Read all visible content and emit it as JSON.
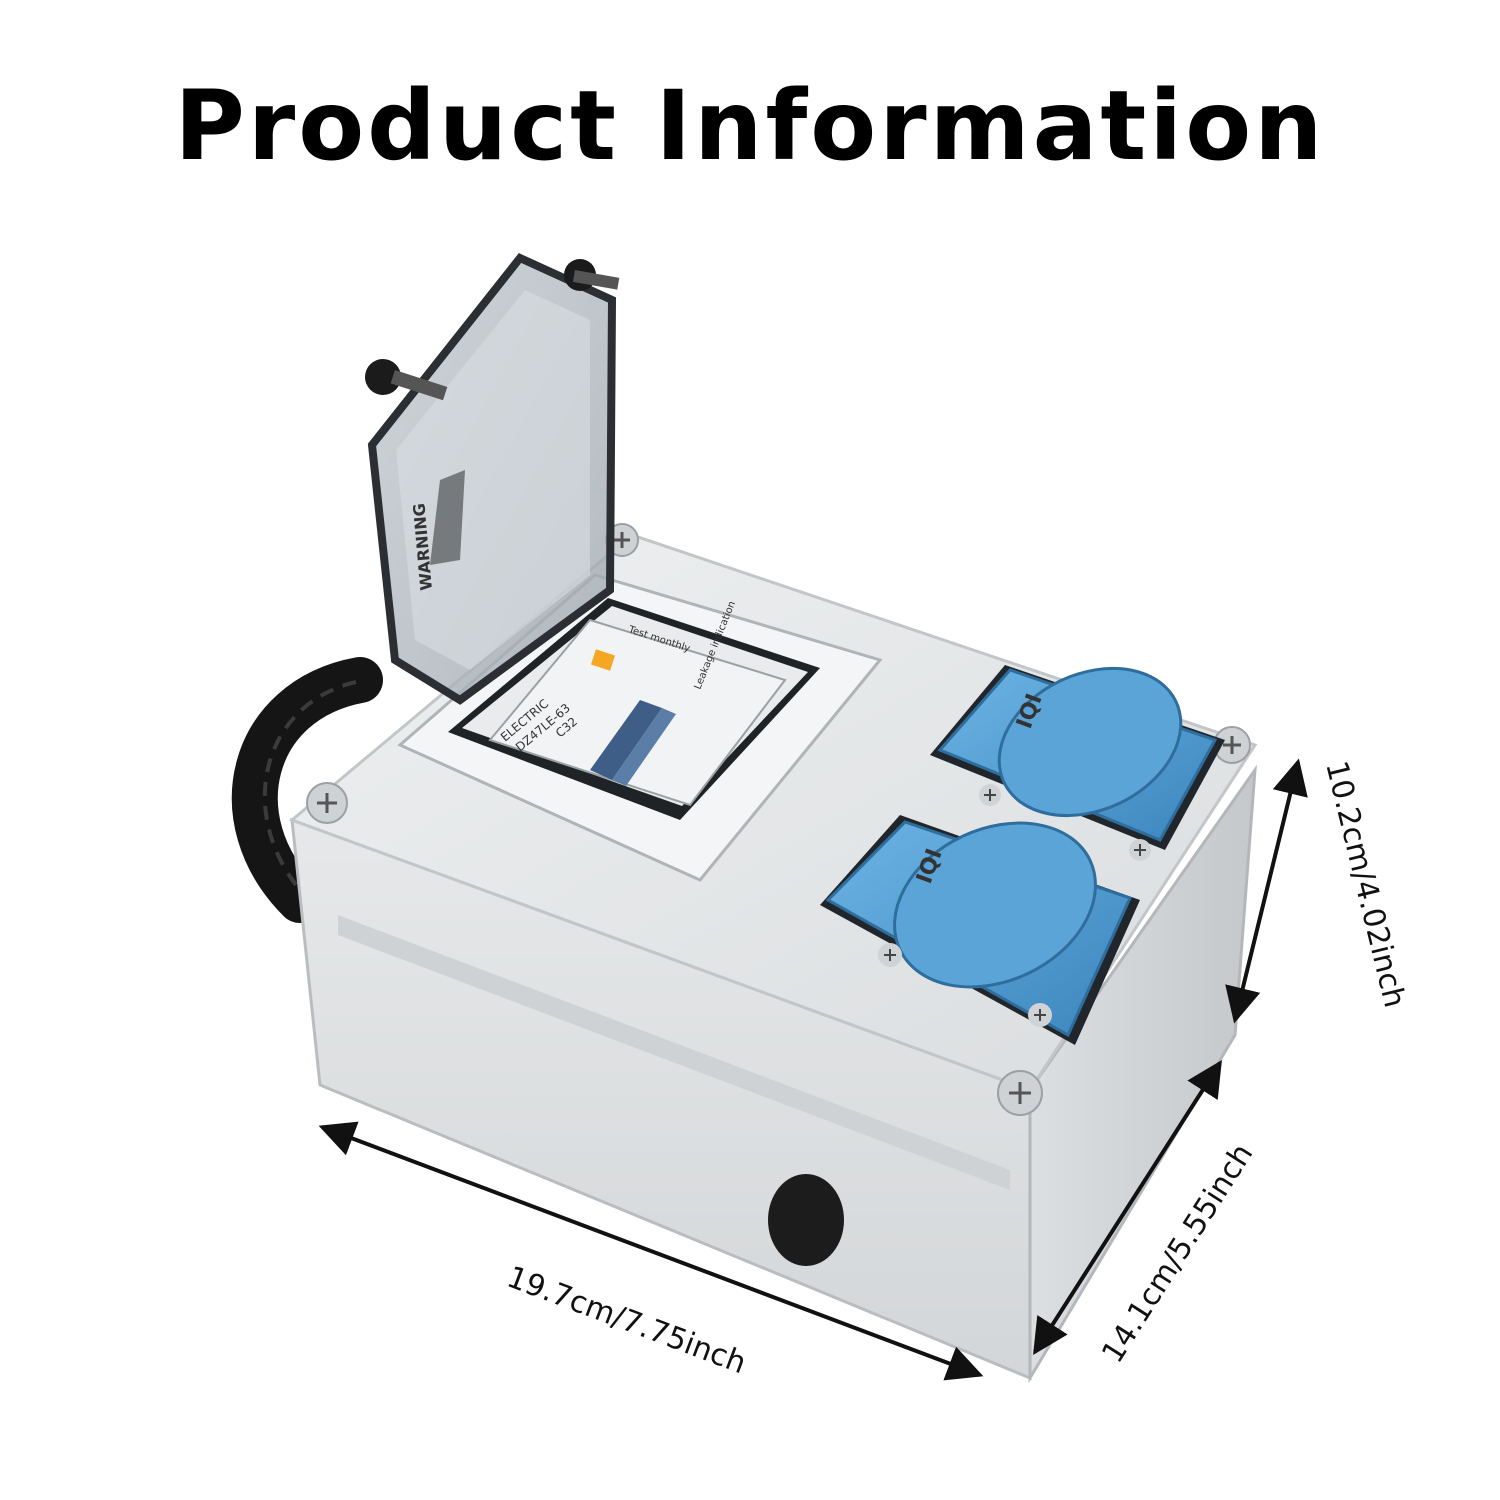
{
  "title": "Product Information",
  "dimensions": {
    "length": "19.7cm/7.75inch",
    "width": "14.1cm/5.55inch",
    "height": "10.2cm/4.02inch"
  },
  "breaker": {
    "brand": "ELECTRIC",
    "model": "DZ47LE-63",
    "rating": "C32",
    "test_label": "Test monthly",
    "leakage_label": "Leakage indication"
  },
  "lid_label": "WARNING",
  "socket_brand": "IQI",
  "colors": {
    "housing": "#e7e9ea",
    "socket_blue": "#4a98cf",
    "cable": "#151515"
  }
}
